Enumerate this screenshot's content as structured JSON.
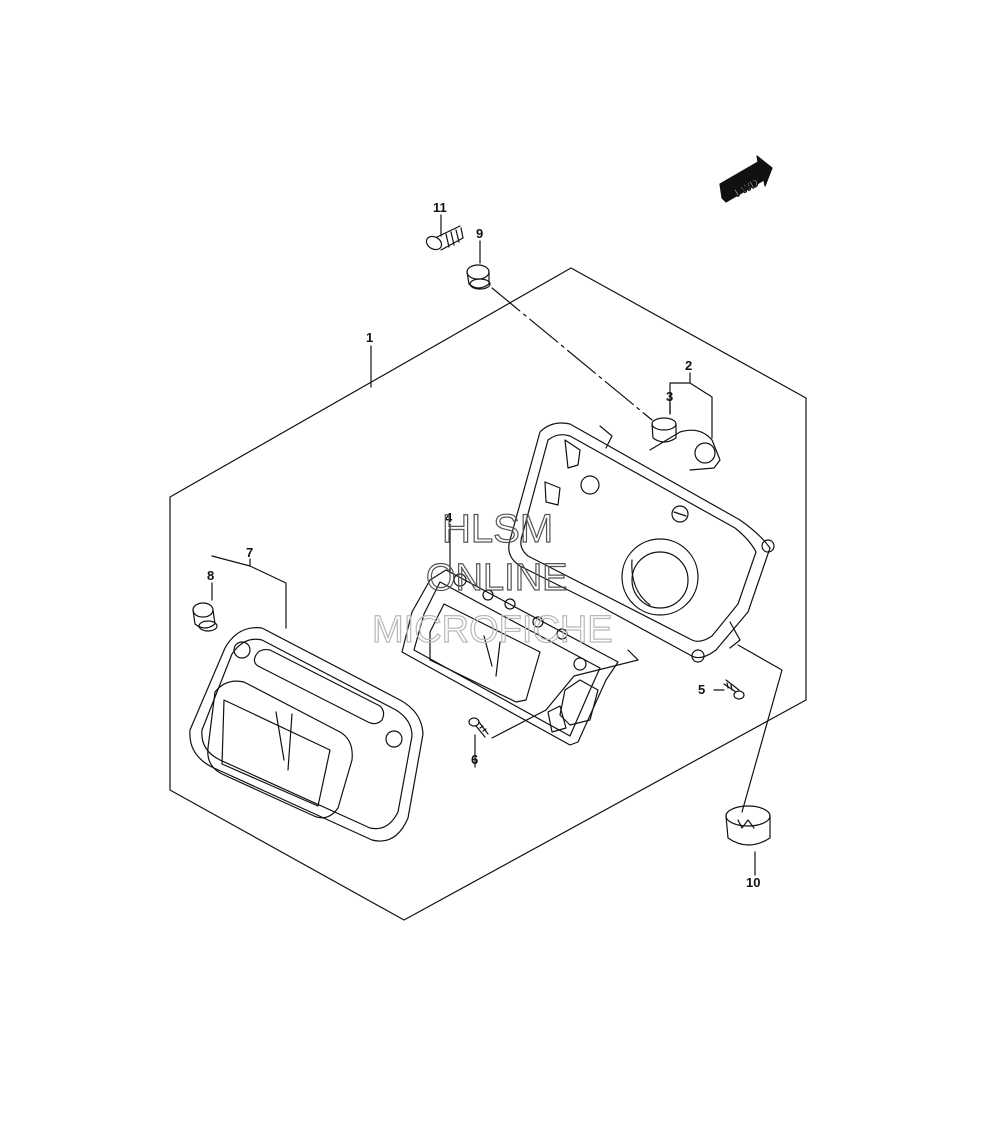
{
  "fwd_label": "FWD",
  "callouts": {
    "c1": "1",
    "c2": "2",
    "c3": "3",
    "c4": "4",
    "c5": "5",
    "c6": "6",
    "c7": "7",
    "c8": "8",
    "c9": "9",
    "c10": "10",
    "c11": "11"
  },
  "watermark": {
    "line1": "HLSM",
    "line2": "ONLINE",
    "line3": "MICROFICHE"
  }
}
